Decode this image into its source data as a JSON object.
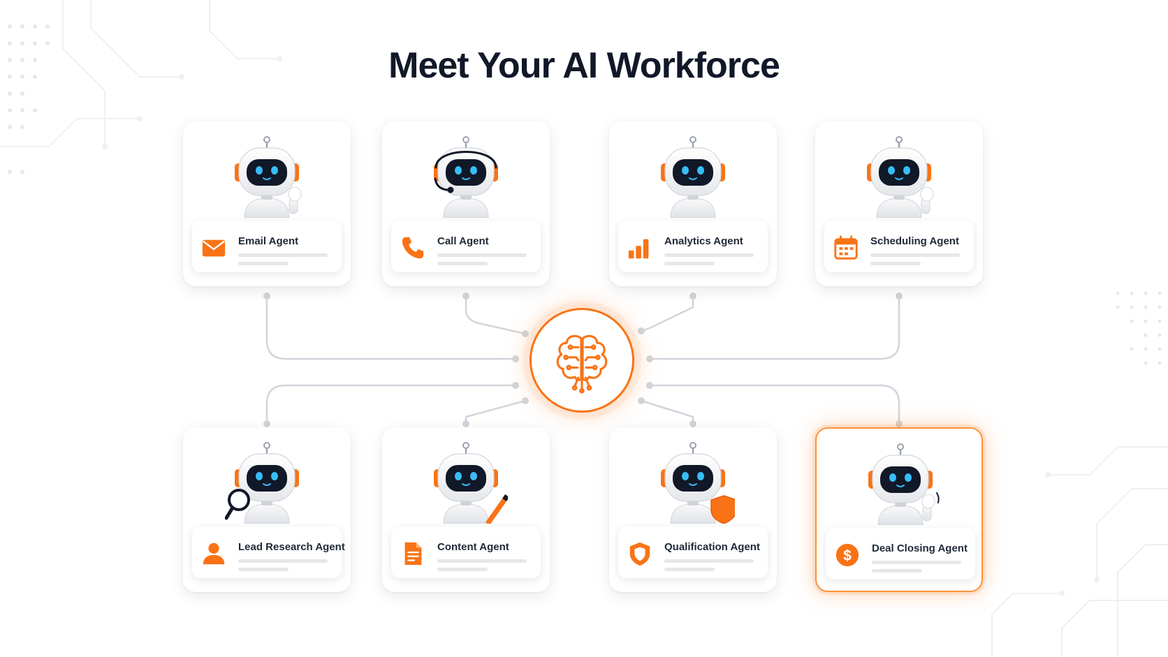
{
  "title": "Meet Your AI Workforce",
  "colors": {
    "accent": "#f97316",
    "eye": "#38bdf8",
    "visor": "#111827",
    "connector": "#d1d5db"
  },
  "hub": {
    "icon": "brain-circuit-icon"
  },
  "agents": [
    {
      "name": "Email Agent",
      "icon": "envelope-icon",
      "robot_accessory": "waving-hand"
    },
    {
      "name": "Call Agent",
      "icon": "phone-icon",
      "robot_accessory": "headset"
    },
    {
      "name": "Analytics Agent",
      "icon": "bar-chart-icon",
      "robot_accessory": "none"
    },
    {
      "name": "Scheduling Agent",
      "icon": "calendar-icon",
      "robot_accessory": "waving-hand"
    },
    {
      "name": "Lead Research Agent",
      "icon": "user-icon",
      "robot_accessory": "magnifying-glass"
    },
    {
      "name": "Content Agent",
      "icon": "document-icon",
      "robot_accessory": "pencil"
    },
    {
      "name": "Qualification Agent",
      "icon": "shield-icon",
      "robot_accessory": "shield"
    },
    {
      "name": "Deal Closing Agent",
      "icon": "dollar-coin-icon",
      "robot_accessory": "waving-hand",
      "highlighted": true
    }
  ]
}
